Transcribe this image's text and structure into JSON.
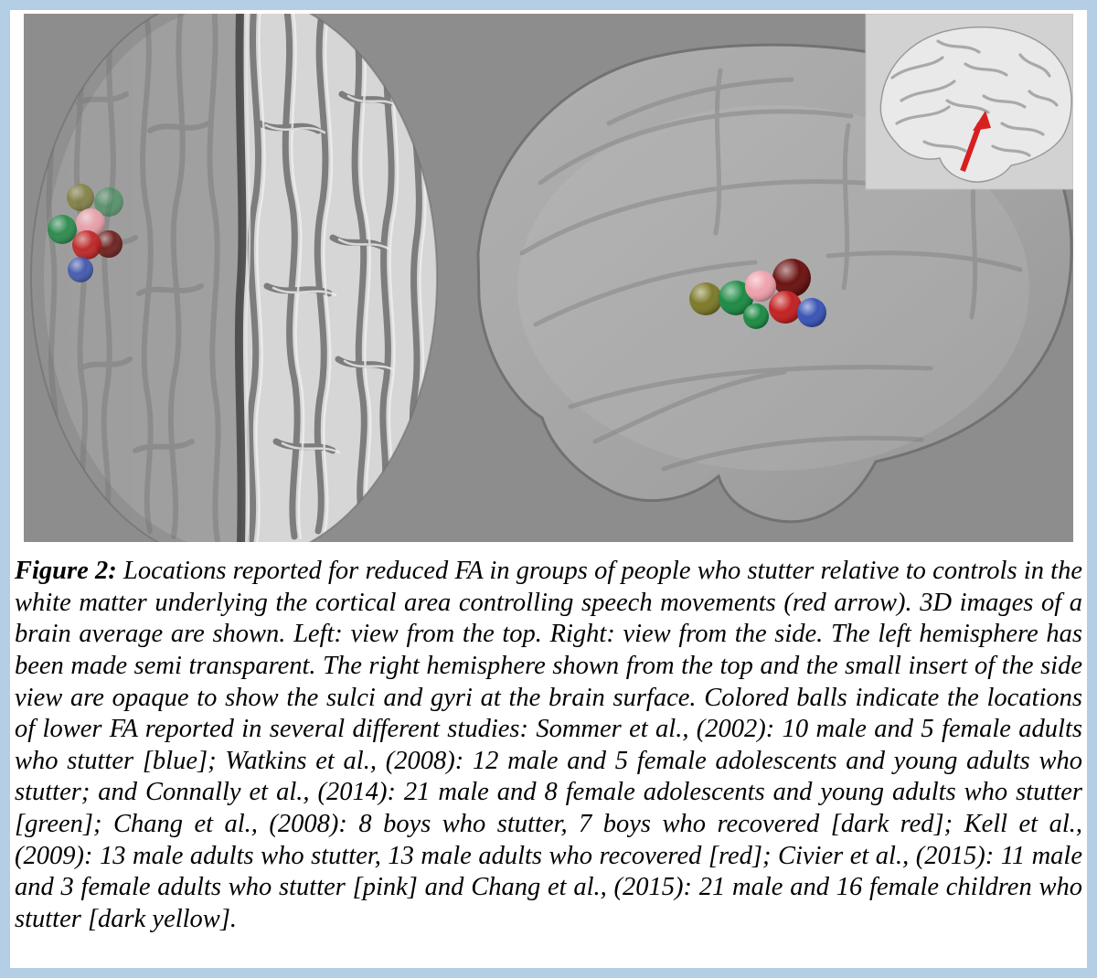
{
  "figure": {
    "label": "Figure 2:",
    "caption": "Locations reported for reduced FA in groups of people who stutter relative to controls in the white matter underlying the cortical area controlling speech movements (red arrow). 3D images of a brain average are shown. Left: view from the top. Right: view from the side. The left hemisphere has been made semi transparent. The right hemisphere shown from the top and the small insert of the side view are opaque to show the sulci and gyri at the brain surface. Colored balls indicate the locations of lower FA reported in several different studies: Sommer et al., (2002): 10 male and 5 female adults who stutter [blue]; Watkins et al., (2008): 12 male and 5 female adolescents and young adults who stutter; and Connally et al., (2014): 21 male and 8 female adolescents and young adults who stutter [green]; Chang et al., (2008): 8 boys who stutter, 7 boys who recovered [dark red]; Kell et al., (2009): 13 male adults who stutter, 13 male adults who recovered [red]; Civier et al., (2015): 11 male and 3 female adults who stutter [pink] and Chang et al., (2015): 21 male and 16 female children who stutter [dark yellow]."
  },
  "legend": {
    "blue": "#3b55b5",
    "green": "#1f8b45",
    "dark_red": "#6b1412",
    "red": "#c32222",
    "pink": "#efa3ad",
    "dark_yellow": "#7d7b2a",
    "arrow_red": "#d81f1f",
    "frame_blue": "#b3cee5",
    "image_background": "#8d8d8d"
  },
  "studies": [
    {
      "study": "Sommer et al., (2002)",
      "groups": "10 male and 5 female adults who stutter",
      "color": "blue"
    },
    {
      "study": "Watkins et al., (2008)",
      "groups": "12 male and 5 female adolescents and young adults who stutter",
      "color": "green"
    },
    {
      "study": "Connally et al., (2014)",
      "groups": "21 male and 8 female adolescents and young adults who stutter",
      "color": "green"
    },
    {
      "study": "Chang et al., (2008)",
      "groups": "8 boys who stutter, 7 boys who recovered",
      "color": "dark red"
    },
    {
      "study": "Kell et al., (2009)",
      "groups": "13 male adults who stutter, 13 male adults who recovered",
      "color": "red"
    },
    {
      "study": "Civier et al., (2015)",
      "groups": "11 male and 3 female adults who stutter",
      "color": "pink"
    },
    {
      "study": "Chang et al., (2015)",
      "groups": "21 male and 16 female children who stutter",
      "color": "dark yellow"
    }
  ],
  "balls": {
    "top_view_cluster": [
      "dark yellow",
      "green",
      "pink",
      "green",
      "dark red",
      "red",
      "blue"
    ],
    "side_view_cluster": [
      "dark yellow",
      "green",
      "dark red",
      "pink",
      "green",
      "red",
      "blue"
    ]
  },
  "views": {
    "left_panel": "view from the top",
    "right_panel": "view from the side"
  }
}
